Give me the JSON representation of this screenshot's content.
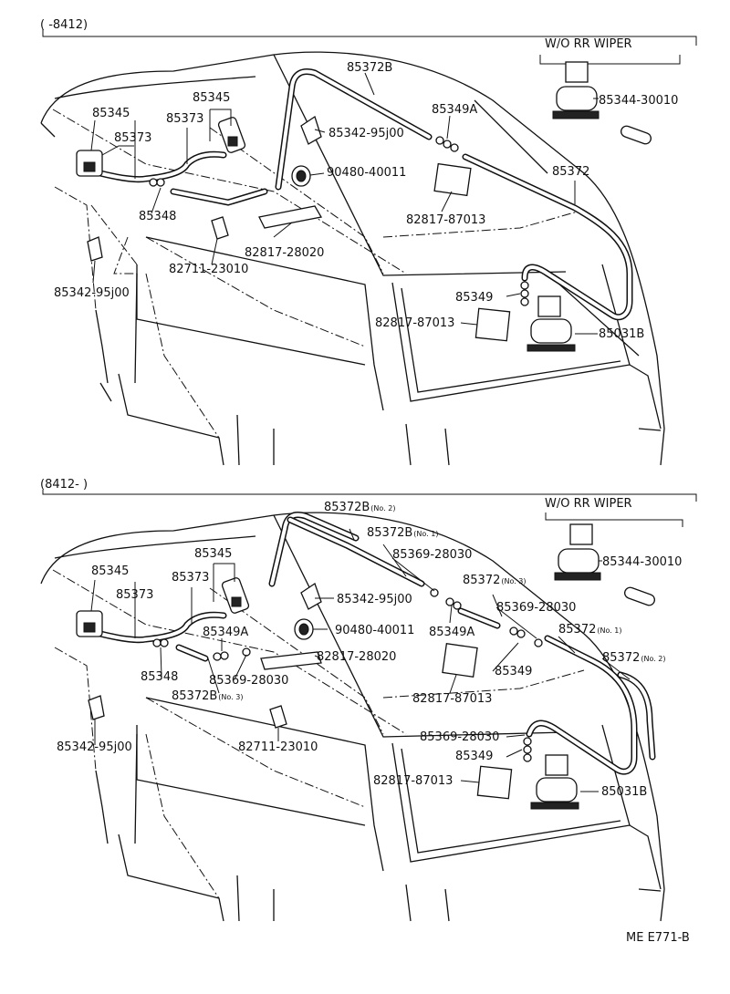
{
  "footer_code": "ME E771-B",
  "sections": [
    {
      "range": "(      -8412)",
      "variant": "W/O RR WIPER",
      "labels": {
        "p85372B": "85372B",
        "p85345": "85345",
        "p85349A": "85349A",
        "p85345_left": "85345",
        "p85373": "85373",
        "p85373_left": "85373",
        "p85344": "85344-30010",
        "p85342_upper": "85342-95j00",
        "p90480": "90480-40011",
        "p85372": "85372",
        "p85348": "85348",
        "p82817_87013_upper": "82817-87013",
        "p82817_28020": "82817-28020",
        "p82711": "82711-23010",
        "p85342_lower": "85342-95j00",
        "p85349": "85349",
        "p82817_87013_lower": "82817-87013",
        "p85031B": "85031B"
      }
    },
    {
      "range": "(8412-      )",
      "variant": "W/O RR WIPER",
      "labels": {
        "p85372B_2": "85372B",
        "p85372B_2_sub": "(No. 2)",
        "p85372B_1": "85372B",
        "p85372B_1_sub": "(No. 1)",
        "p85369_top": "85369-28030",
        "p85345": "85345",
        "p85345_left": "85345",
        "p85373": "85373",
        "p85373_left": "85373",
        "p85372_3": "85372",
        "p85372_3_sub": "(No. 3)",
        "p85344": "85344-30010",
        "p85342_upper": "85342-95j00",
        "p85369_mid": "85369-28030",
        "p90480": "90480-40011",
        "p85349A_right": "85349A",
        "p85372_1": "85372",
        "p85372_1_sub": "(No. 1)",
        "p85349A_left": "85349A",
        "p82817_28020": "82817-28020",
        "p85372_2": "85372",
        "p85372_2_sub": "(No. 2)",
        "p85348": "85348",
        "p85369_left": "85369-28030",
        "p85349_mid": "85349",
        "p85372B_3": "85372B",
        "p85372B_3_sub": "(No. 3)",
        "p82817_87013_upper": "82817-87013",
        "p85342_lower": "85342-95j00",
        "p82711": "82711-23010",
        "p85369_low": "85369-28030",
        "p85349_low": "85349",
        "p82817_87013_lower": "82817-87013",
        "p85031B": "85031B"
      }
    }
  ]
}
